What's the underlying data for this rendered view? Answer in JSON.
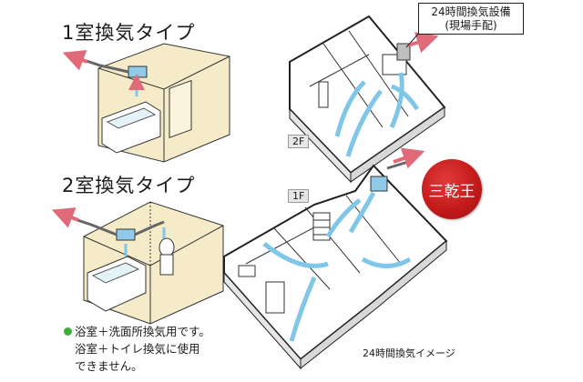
{
  "type1": {
    "heading": "1室換気タイプ"
  },
  "type2": {
    "heading": "2室換気タイプ"
  },
  "callout": {
    "line1": "24時間換気設備",
    "line2": "(現場手配)"
  },
  "floors": {
    "upper": "2F",
    "lower": "1F"
  },
  "badge": {
    "label": "三乾王"
  },
  "caption": "24時間換気イメージ",
  "note": {
    "line1": "浴室＋洗面所換気用です。",
    "line2": "浴室＋トイレ換気に使用",
    "line3": "できません。"
  },
  "colors": {
    "airflow": "#7fc6e8",
    "exhaust": "#e06a7a",
    "badge": "#c41b1b",
    "bullet": "#3eae3a",
    "wall": "#f6ebc8"
  }
}
